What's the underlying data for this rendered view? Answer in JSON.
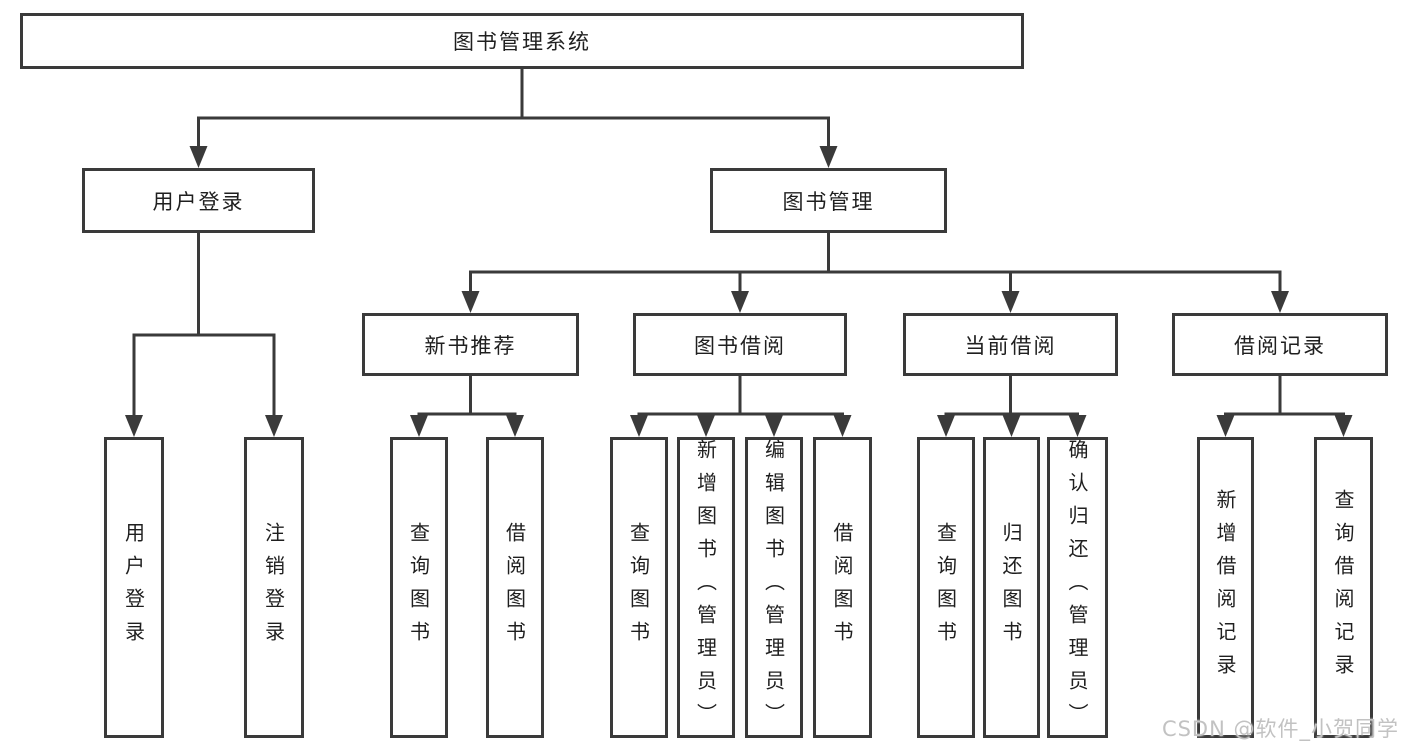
{
  "title": {
    "label": "图书管理系统"
  },
  "nodes": {
    "user_login": {
      "label": "用户登录"
    },
    "book_mgmt": {
      "label": "图书管理"
    },
    "new_books": {
      "label": "新书推荐"
    },
    "book_borrow": {
      "label": "图书借阅"
    },
    "current_borrow": {
      "label": "当前借阅"
    },
    "borrow_records": {
      "label": "借阅记录"
    }
  },
  "leaves": {
    "user_login": [
      "用户登录",
      "注销登录"
    ],
    "new_books": [
      "查询图书",
      "借阅图书"
    ],
    "book_borrow": [
      "查询图书",
      "新增图书（管理员）",
      "编辑图书（管理员）",
      "借阅图书"
    ],
    "current_borrow": [
      "查询图书",
      "归还图书",
      "确认归还（管理员）"
    ],
    "borrow_records": [
      "新增借阅记录",
      "查询借阅记录"
    ]
  },
  "watermark": "CSDN @软件_小贺同学",
  "colors": {
    "line": "#3a3a3a",
    "box_border": "#3a3a3a",
    "text": "#1f1f1f",
    "watermark": "#c2c2c2",
    "background": "#ffffff"
  }
}
